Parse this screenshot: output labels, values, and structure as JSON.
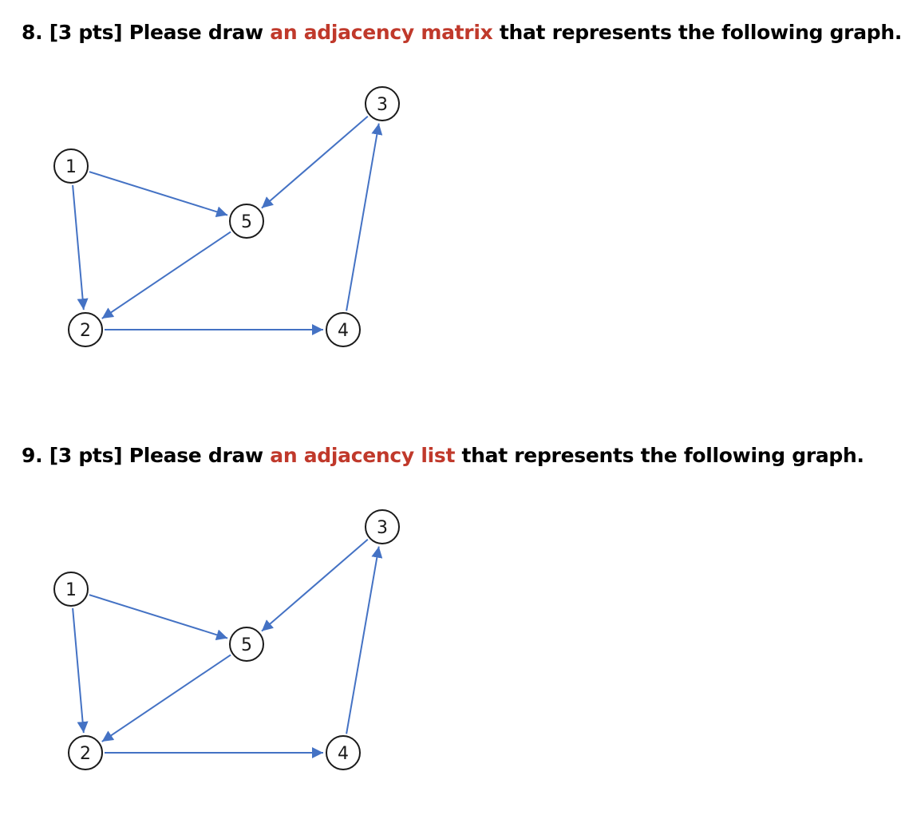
{
  "questions": [
    {
      "number": "8.",
      "points": "[3 pts]",
      "prefix": "Please draw",
      "highlight": "an adjacency matrix",
      "suffix": "that represents the following graph."
    },
    {
      "number": "9.",
      "points": "[3 pts]",
      "prefix": "Please draw",
      "highlight": "an adjacency list",
      "suffix": "that represents the following graph."
    }
  ],
  "graph": {
    "nodes": [
      "1",
      "2",
      "3",
      "4",
      "5"
    ],
    "edges": [
      {
        "from": "1",
        "to": "5"
      },
      {
        "from": "1",
        "to": "2"
      },
      {
        "from": "3",
        "to": "5"
      },
      {
        "from": "5",
        "to": "2"
      },
      {
        "from": "2",
        "to": "4"
      },
      {
        "from": "4",
        "to": "3"
      }
    ],
    "edge_color": "#4472c4",
    "node_stroke": "#1a1a1a"
  },
  "colors": {
    "highlight": "#c0392b",
    "text": "#000000"
  }
}
